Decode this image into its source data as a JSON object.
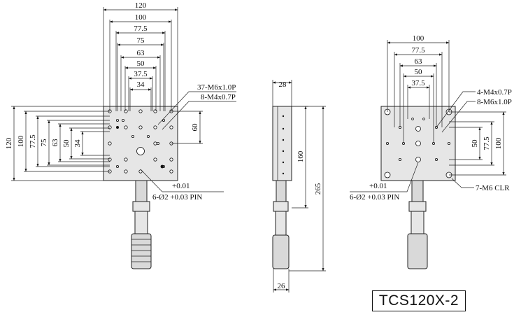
{
  "model": "TCS120X-2",
  "front_view": {
    "top_dims": [
      "120",
      "100",
      "77.5",
      "75",
      "63",
      "50",
      "37.5",
      "34"
    ],
    "left_dims": [
      "120",
      "100",
      "77.5",
      "75",
      "63",
      "50",
      "34"
    ],
    "right_dim": "60",
    "callouts": [
      "37-M6x1.0P",
      "8-M4x0.7P"
    ],
    "pin_note_top": "+0.01",
    "pin_note_bottom": "6-Ø2 +0.03 PIN"
  },
  "side_view": {
    "top_dim": "28",
    "right_dims": [
      "160",
      "265"
    ],
    "bottom_dim": "26"
  },
  "rear_view": {
    "top_dims": [
      "100",
      "77.5",
      "63",
      "50",
      "37.5"
    ],
    "right_dims": [
      "50",
      "77.5",
      "100"
    ],
    "callouts": [
      "4-M4x0.7P",
      "8-M6x1.0P",
      "7-M6 CLR"
    ],
    "pin_note_top": "+0.01",
    "pin_note_bottom": "6-Ø2 +0.03 PIN"
  }
}
